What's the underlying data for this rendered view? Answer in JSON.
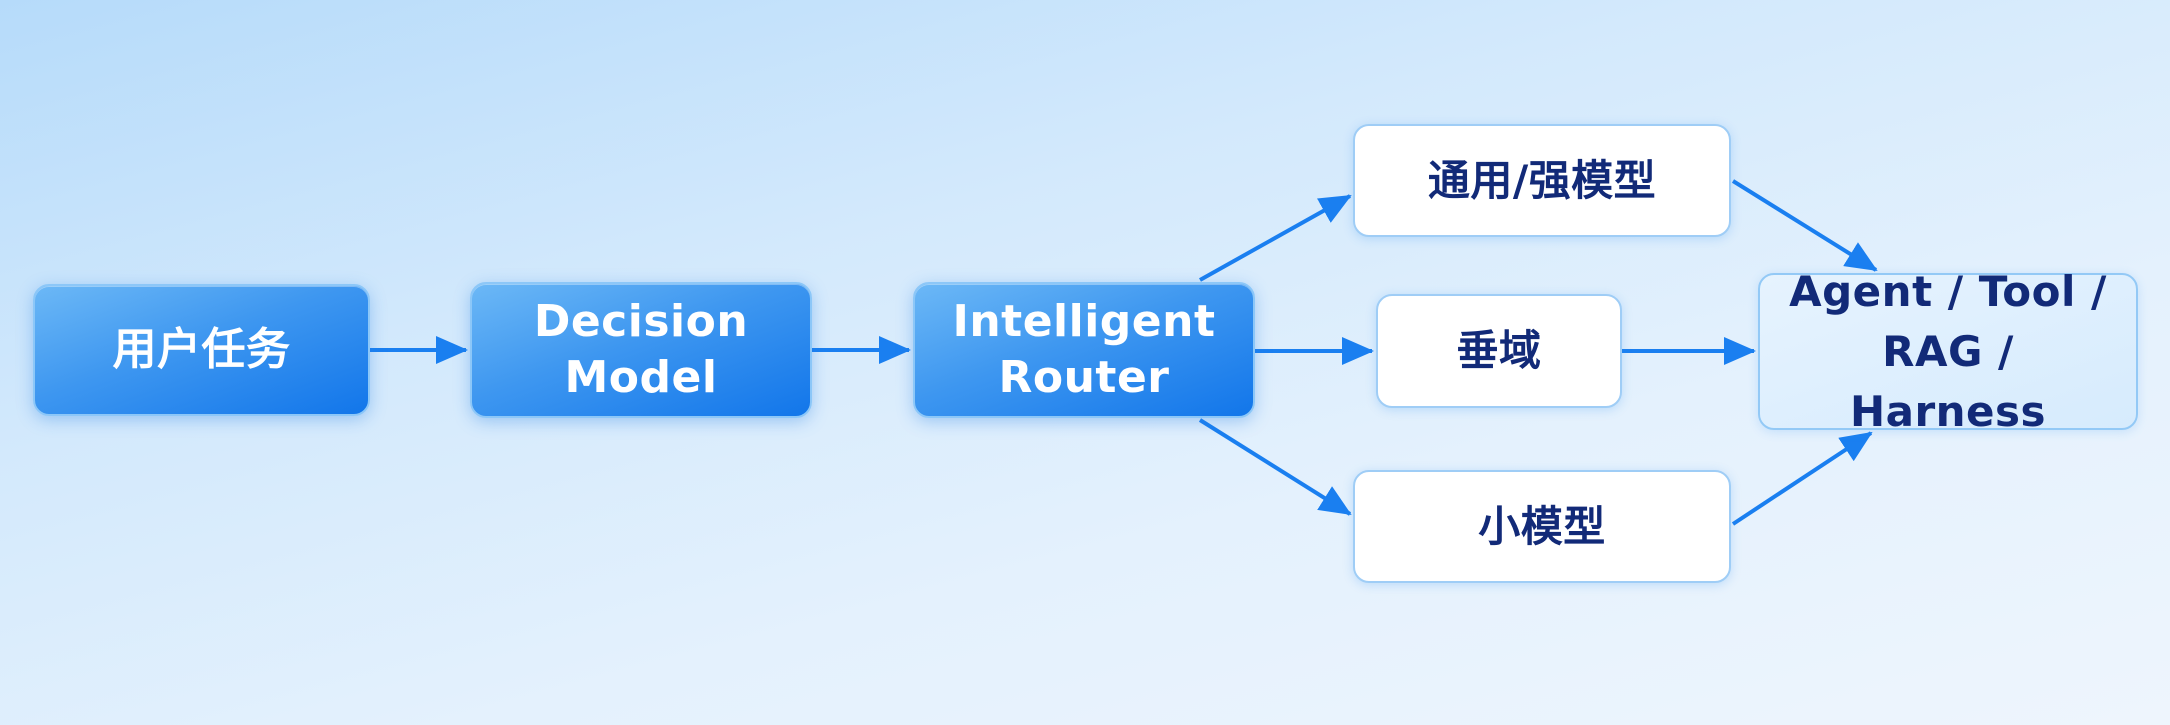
{
  "diagram": {
    "nodes": {
      "user_task": "用户任务",
      "decision_model": "Decision\nModel",
      "intelligent_router": "Intelligent\nRouter",
      "general_model": "通用/强模型",
      "vertical_model": "垂域",
      "small_model": "小模型",
      "agent_stack": "Agent / Tool /\nRAG / Harness"
    },
    "edges": [
      {
        "from": "user_task",
        "to": "decision_model"
      },
      {
        "from": "decision_model",
        "to": "intelligent_router"
      },
      {
        "from": "intelligent_router",
        "to": "general_model"
      },
      {
        "from": "intelligent_router",
        "to": "vertical_model"
      },
      {
        "from": "intelligent_router",
        "to": "small_model"
      },
      {
        "from": "general_model",
        "to": "agent_stack"
      },
      {
        "from": "vertical_model",
        "to": "agent_stack"
      },
      {
        "from": "small_model",
        "to": "agent_stack"
      }
    ],
    "colors": {
      "accent": "#1a7ff0",
      "node_blue": "#3e97f0",
      "node_text_dark": "#122a78",
      "arrow": "#1a7ff0"
    }
  }
}
